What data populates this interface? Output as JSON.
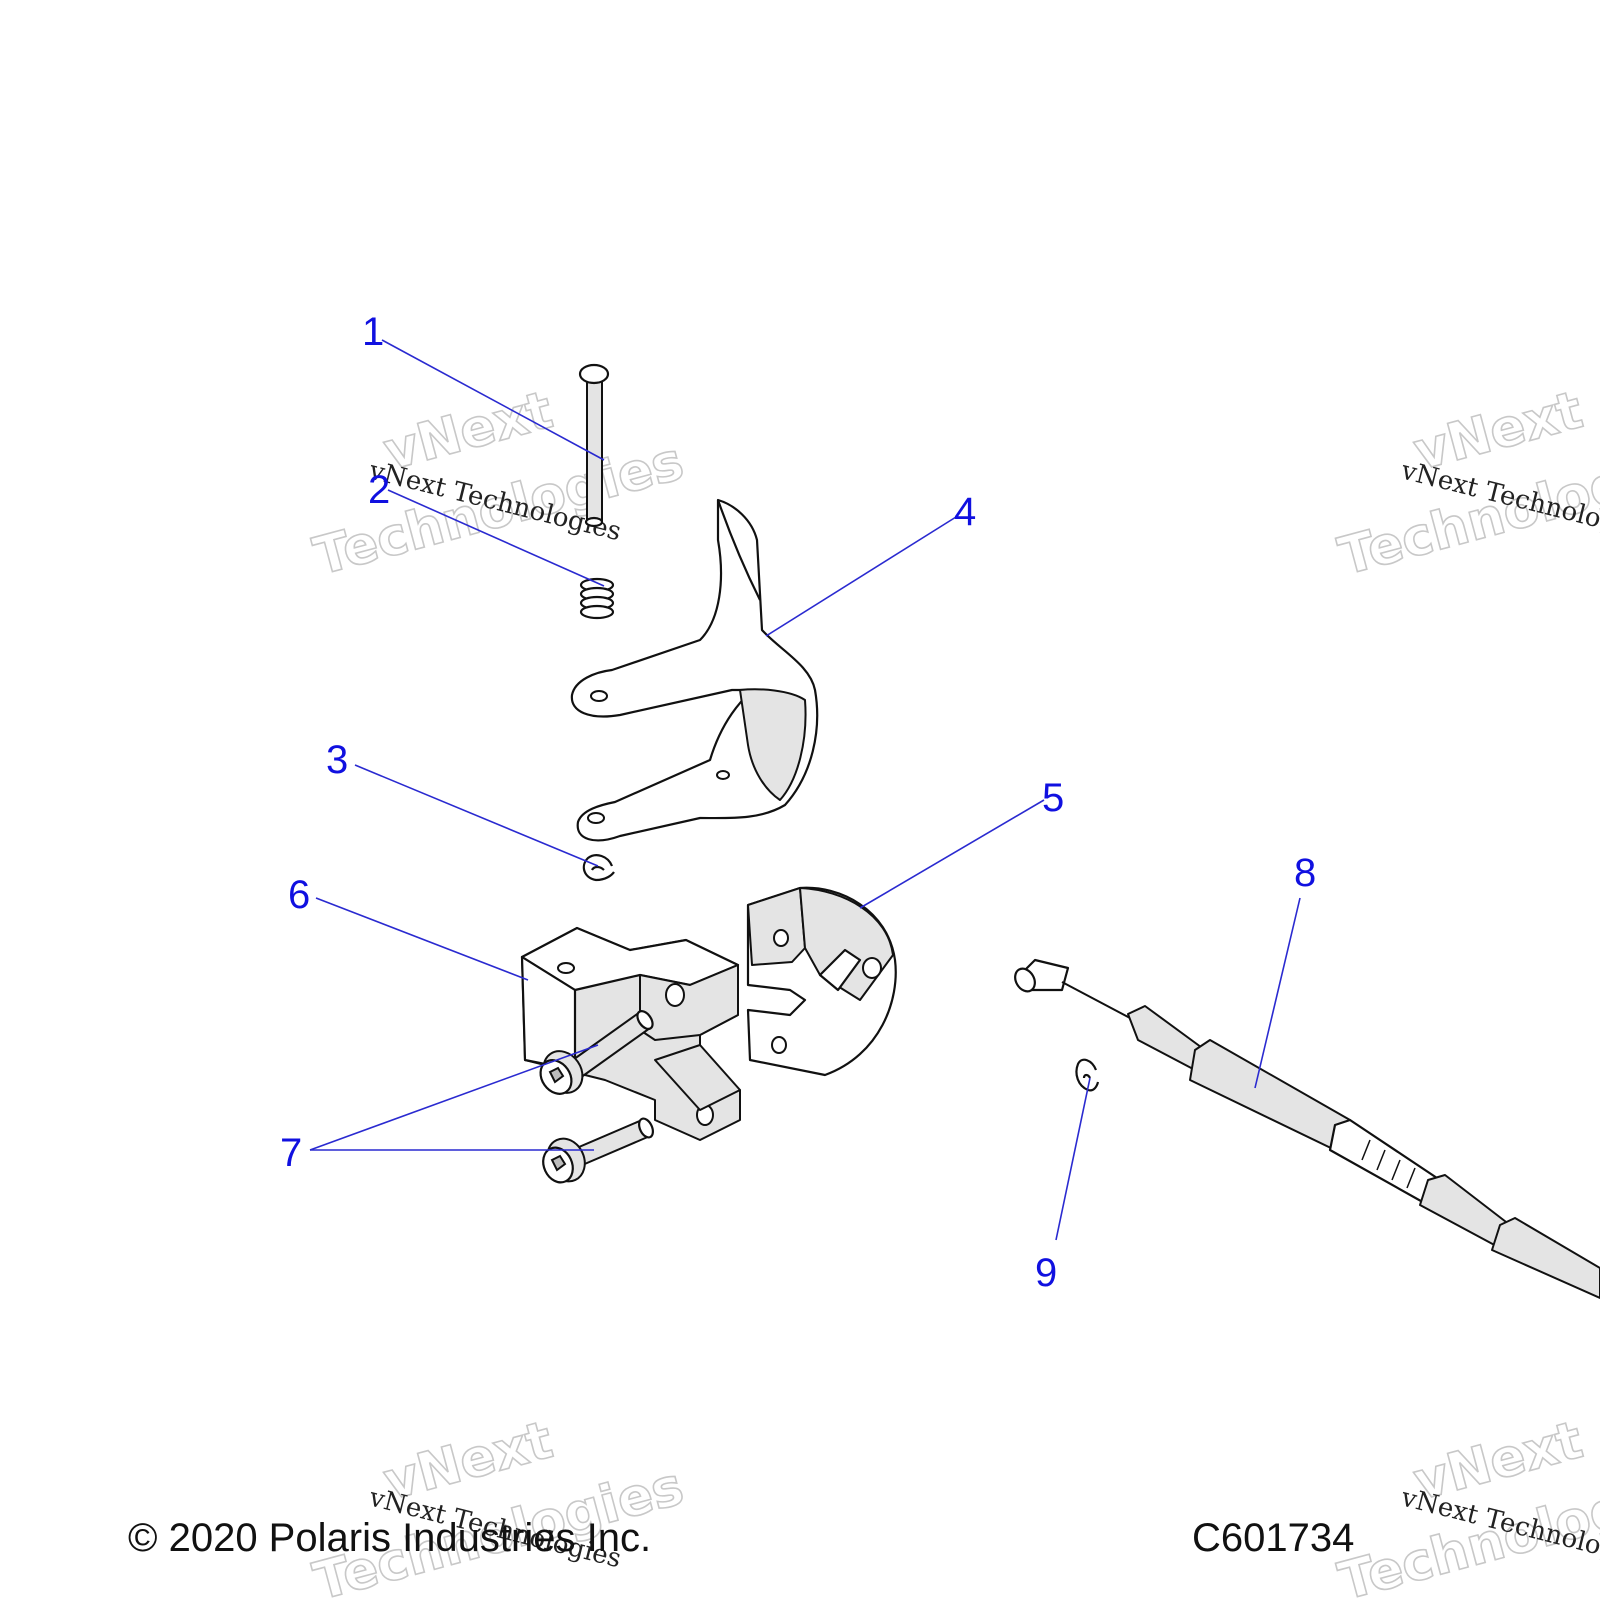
{
  "callouts": {
    "c1": "1",
    "c2": "2",
    "c3": "3",
    "c4": "4",
    "c5": "5",
    "c6": "6",
    "c7": "7",
    "c8": "8",
    "c9": "9"
  },
  "watermark": {
    "brand_outline_1": "vNext",
    "brand_outline_2": "Technologies",
    "brand_serif": "vNext Technologies"
  },
  "footer": {
    "copyright": "© 2020 Polaris Industries Inc.",
    "drawing_id": "C601734"
  },
  "colors": {
    "callout_blue": "#1010e0",
    "line_black": "#111111",
    "watermark_gray": "#c8c8c8"
  }
}
